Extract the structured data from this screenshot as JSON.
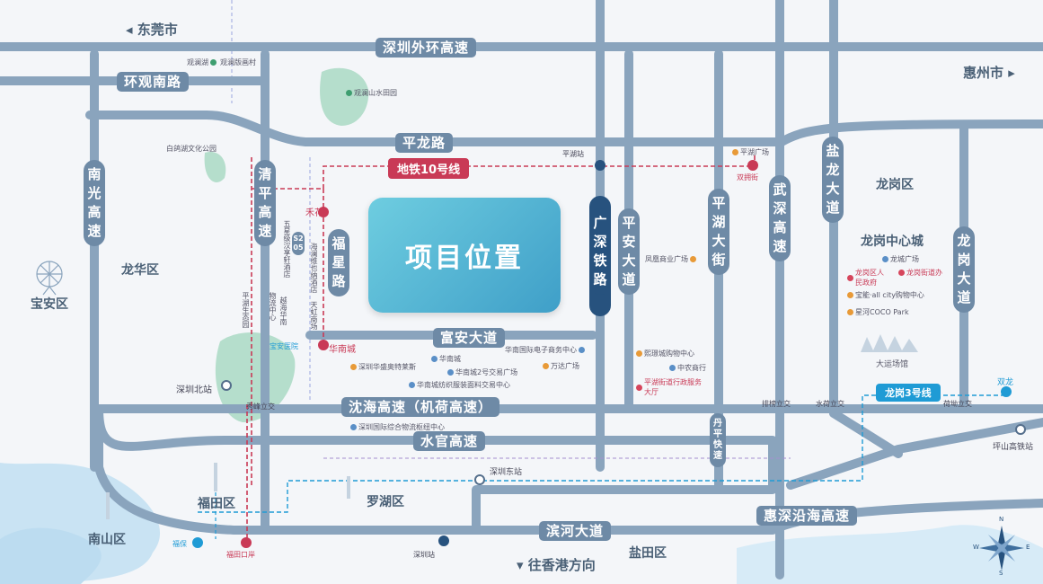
{
  "project": {
    "label": "项目位置"
  },
  "cities": {
    "dongguan": "东莞市",
    "huizhou": "惠州市",
    "hongkong": "往香港方向"
  },
  "districts": {
    "longhua": "龙华区",
    "baoan": "宝安区",
    "longgang": "龙岗区",
    "futian": "福田区",
    "luohu": "罗湖区",
    "nanshan": "南山区",
    "yantian": "盐田区",
    "longgang_center": "龙岗中心城"
  },
  "roads": {
    "waihuan": "深圳外环高速",
    "huanguannan": "环观南路",
    "pinglong": "平龙路",
    "fuan": "富安大道",
    "shenhai": "沈海高速（机荷高速）",
    "shuiguan": "水官高速",
    "binhe": "滨河大道",
    "huishen": "惠深沿海高速",
    "nanguang": "南光高速",
    "qingping": "清平高速",
    "fuxing": "福星路",
    "guangshen": "广深铁路",
    "pingan": "平安大道",
    "pinghu": "平湖大街",
    "wushen": "武深高速",
    "yanlong": "盐龙大道",
    "longgangdadao": "龙岗大道",
    "danping": "丹平快速",
    "s205": "S205"
  },
  "metro": {
    "line10": "地铁10号线",
    "longgang3": "龙岗3号线"
  },
  "interchanges": {
    "xiufeng": "秀峰立交",
    "paibang": "排榜立交",
    "shuihe": "水荷立交",
    "heao": "荷坳立交"
  },
  "stations": {
    "pinghu": "平湖站",
    "shenzhennorth": "深圳北站",
    "shenzheneast": "深圳东站",
    "shenzhen": "深圳站",
    "pingshan": "坪山高铁站",
    "shuangyong": "双拥街",
    "shuanglong": "双龙",
    "hehua": "禾花",
    "huanancheng": "华南城",
    "futiankouan": "福田口岸",
    "fubao": "福保"
  },
  "pois": {
    "guanlanhu": "观澜湖",
    "guanlanbanhua": "观澜版画村",
    "guanlanshanshui": "观澜山水田园",
    "bailuhu": "白鸽湖文化公园",
    "pinghushengtai": "平湖生态园",
    "wuxing": "五星级汉享轩酒店",
    "wuliu": "物流中心",
    "yuehai": "越海华南",
    "hailan": "海澜维也纳酒店",
    "tianhong": "天虹商场",
    "baoanyiyuan": "宝安医院",
    "huashengaote": "深圳华盛奥特莱斯",
    "huanancheng": "华南城",
    "huanancheng2": "华南城2号交易广场",
    "fangzhi": "华南城纺织服装面料交易中心",
    "dianzi": "华南国际电子商务中心",
    "wanda": "万达广场",
    "fengying": "凤凰商业广场",
    "xizhan": "熙璟城购物中心",
    "zhongnong": "中农商行",
    "pinghujiedao": "平湖街道行政服务大厅",
    "pinghuguangchang": "平湖广场",
    "longcheng": "龙城广场",
    "longgangzhengfu": "龙岗区人民政府",
    "longcheng_jd": "龙岗街道办",
    "baoneng": "宝能·all city购物中心",
    "xinghe": "星河COCO Park",
    "dayun": "大运场馆",
    "wuliuhub": "深圳国际综合物流枢纽中心"
  },
  "compass": {
    "n": "N",
    "s": "S",
    "e": "E",
    "w": "W"
  },
  "colors": {
    "road": "#6e8aa6",
    "metro10": "#c93a56",
    "longgang3": "#1f9bd5",
    "project": "#4fb0cf",
    "guangshen": "#27527e"
  }
}
